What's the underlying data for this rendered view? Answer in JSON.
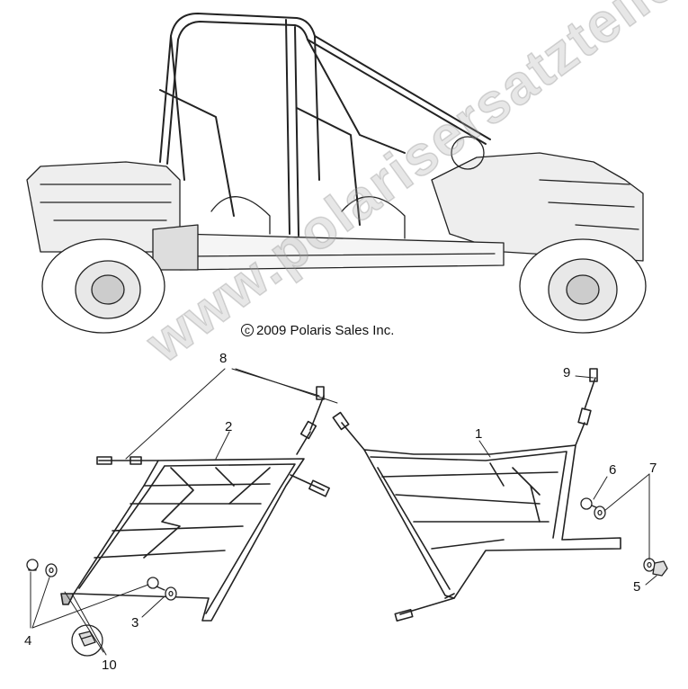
{
  "copyright": {
    "symbol": "c",
    "text": "2009 Polaris Sales Inc."
  },
  "watermark": "www.polarisersatzteile.de",
  "callouts": {
    "c1": "1",
    "c2": "2",
    "c3": "3",
    "c4": "4",
    "c5": "5",
    "c6": "6",
    "c7": "7",
    "c8": "8",
    "c9": "9",
    "c10": "10"
  }
}
